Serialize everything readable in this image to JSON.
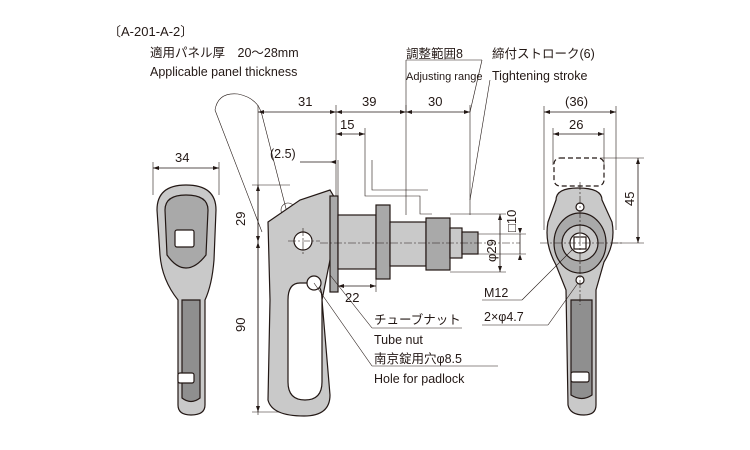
{
  "header": {
    "code": "〔A-201-A-2〕",
    "panel_thickness_jp": "適用パネル厚　20～28mm",
    "panel_thickness_en": "Applicable panel thickness"
  },
  "callouts": {
    "adjusting_range_jp": "調整範囲8",
    "adjusting_range_en": "Adjusting range",
    "tightening_stroke_jp": "締付ストローク(6)",
    "tightening_stroke_en": "Tightening stroke",
    "tube_nut_jp": "チューブナット",
    "tube_nut_en": "Tube nut",
    "padlock_hole_jp": "南京錠用穴φ8.5",
    "padlock_hole_en": "Hole for padlock",
    "thread": "M12",
    "mount_holes": "2×φ4.7"
  },
  "dimensions": {
    "left_width": "34",
    "side_31": "31",
    "side_39": "39",
    "side_30": "30",
    "side_15": "15",
    "side_2_5": "(2.5)",
    "side_29": "29",
    "side_90": "90",
    "side_22": "22",
    "side_sq10": "□10",
    "side_dia29": "φ29",
    "right_36": "(36)",
    "right_26": "26",
    "right_45": "45"
  }
}
